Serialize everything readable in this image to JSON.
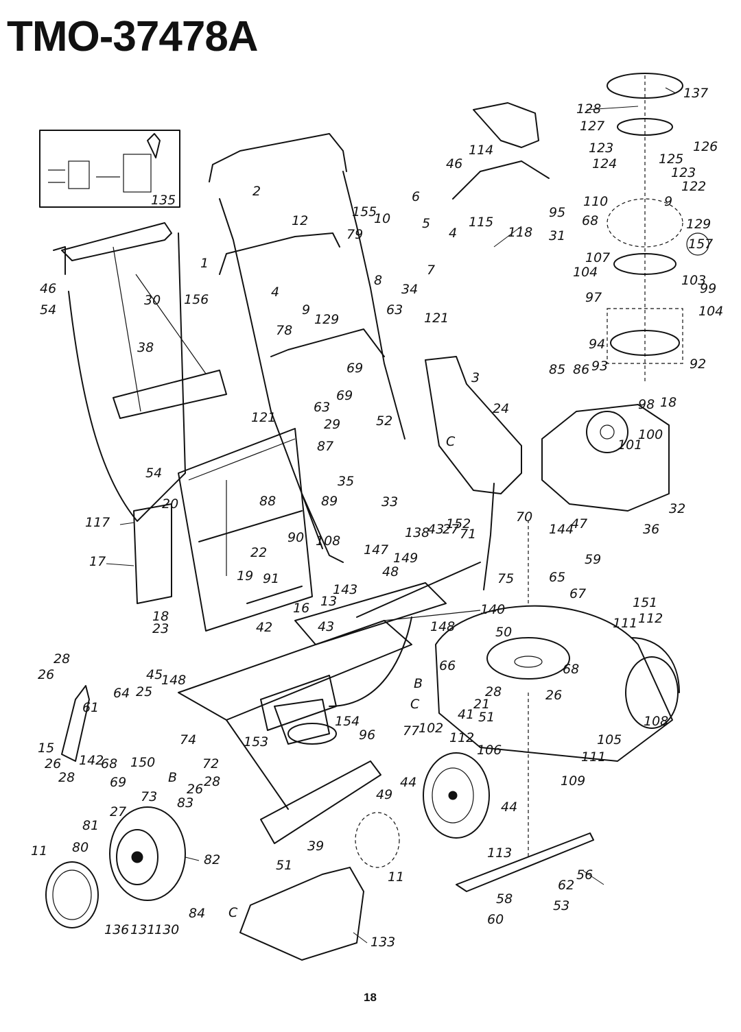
{
  "title": "TMO-37478A",
  "page_number": "18",
  "diagram": {
    "callouts": [
      "2",
      "155",
      "10",
      "6",
      "5",
      "4",
      "7",
      "34",
      "8",
      "12",
      "79",
      "1",
      "156",
      "4",
      "9",
      "129",
      "78",
      "63",
      "121",
      "69",
      "63",
      "69",
      "52",
      "121",
      "29",
      "30",
      "38",
      "46",
      "54",
      "54",
      "87",
      "35",
      "88",
      "89",
      "20",
      "117",
      "22",
      "90",
      "108",
      "17",
      "19",
      "91",
      "18",
      "23",
      "16",
      "42",
      "147",
      "138",
      "152",
      "71",
      "43",
      "27",
      "70",
      "149",
      "48",
      "143",
      "13",
      "43",
      "148",
      "144",
      "47",
      "59",
      "65",
      "75",
      "67",
      "140",
      "50",
      "24",
      "3",
      "C",
      "33",
      "114",
      "46",
      "115",
      "118",
      "31",
      "95",
      "137",
      "128",
      "127",
      "123",
      "126",
      "125",
      "124",
      "123",
      "122",
      "110",
      "9",
      "68",
      "129",
      "157",
      "107",
      "104",
      "103",
      "99",
      "97",
      "104",
      "94",
      "93",
      "92",
      "85",
      "86",
      "98",
      "18",
      "100",
      "101",
      "32",
      "36",
      "151",
      "111",
      "112",
      "66",
      "68",
      "B",
      "28",
      "26",
      "C",
      "21",
      "41",
      "51",
      "77",
      "102",
      "112",
      "108",
      "105",
      "106",
      "111",
      "109",
      "28",
      "26",
      "15",
      "45",
      "148",
      "64",
      "25",
      "61",
      "142",
      "68",
      "150",
      "74",
      "72",
      "26",
      "28",
      "69",
      "73",
      "B",
      "26",
      "28",
      "83",
      "27",
      "81",
      "80",
      "11",
      "82",
      "84",
      "136",
      "131",
      "130",
      "154",
      "153",
      "96",
      "39",
      "51",
      "49",
      "44",
      "44",
      "113",
      "11",
      "133",
      "C",
      "56",
      "62",
      "58",
      "53",
      "60",
      "135"
    ]
  }
}
